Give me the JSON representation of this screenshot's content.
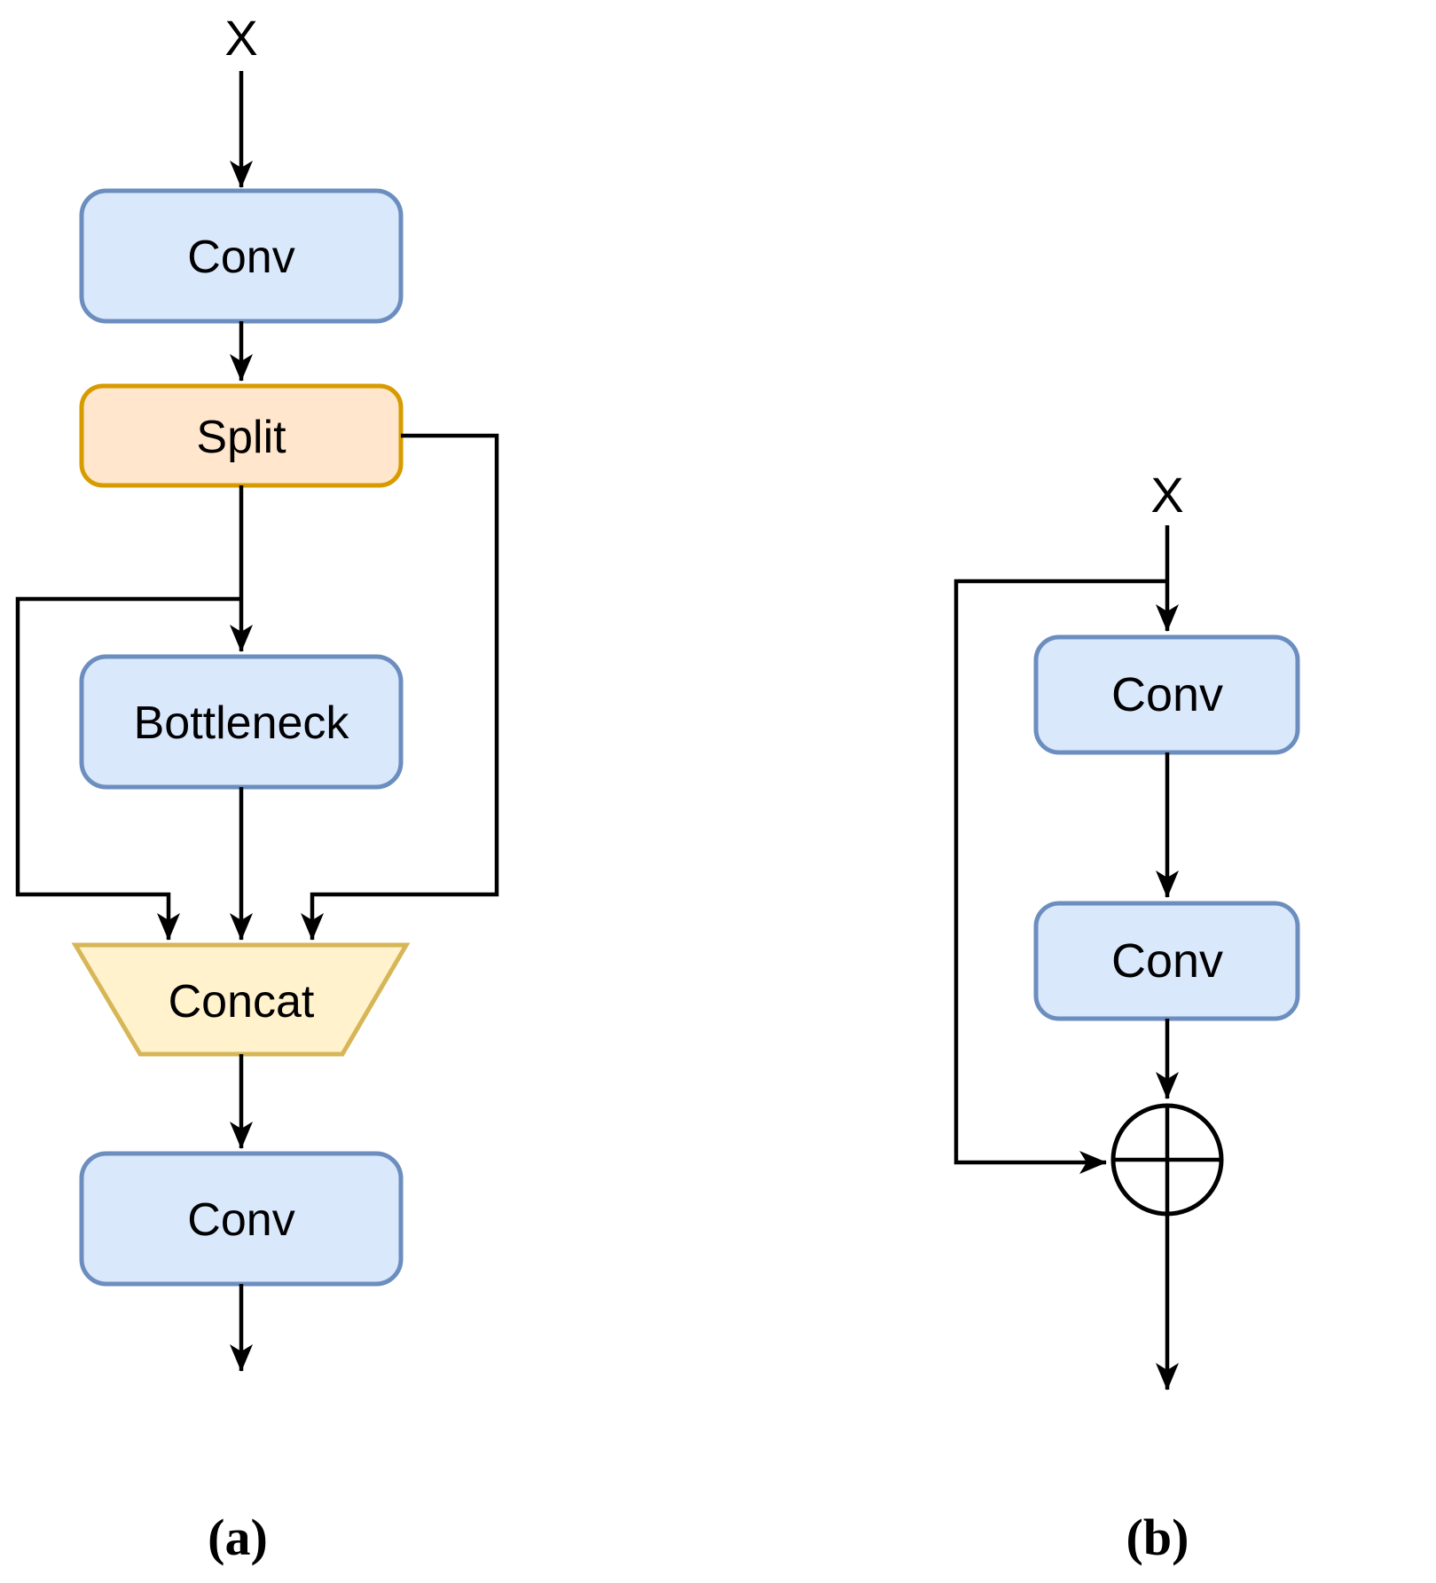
{
  "figure": {
    "panel_a": {
      "caption": "(a)",
      "input_label": "X",
      "blocks": {
        "conv_top": "Conv",
        "split": "Split",
        "bottleneck": "Bottleneck",
        "concat": "Concat",
        "conv_bottom": "Conv"
      }
    },
    "panel_b": {
      "caption": "(b)",
      "input_label": "X",
      "blocks": {
        "conv_top": "Conv",
        "conv_bottom": "Conv"
      },
      "add_operator": "⊕"
    }
  },
  "colors": {
    "conv_fill": "#DAE8FC",
    "conv_stroke": "#6C8EBF",
    "split_fill": "#FFE6CC",
    "split_stroke": "#D79B00",
    "concat_fill": "#FFF2CC",
    "concat_stroke": "#D6B656",
    "connector": "#000000",
    "text": "#000000",
    "add_fill": "#FFFFFF",
    "background": "#FFFFFF"
  }
}
